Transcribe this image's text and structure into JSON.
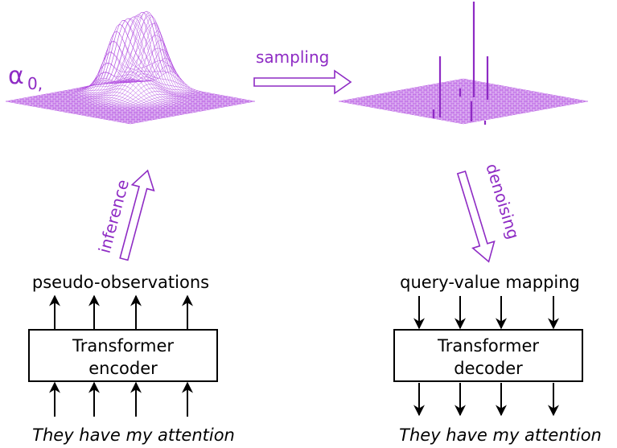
{
  "diagram": {
    "alpha_label": "α",
    "alpha_subscript": "0,",
    "sampling_label": "sampling",
    "inference_label": "inference",
    "denoising_label": "denoising",
    "left": {
      "output_label": "pseudo-observations",
      "block_line1": "Transformer",
      "block_line2": "encoder",
      "caption": "They have my attention"
    },
    "right": {
      "input_label": "query-value mapping",
      "block_line1": "Transformer",
      "block_line2": "decoder",
      "caption": "They have my attention"
    },
    "colors": {
      "accent": "#8e2bc4",
      "mesh": "#b04ae0",
      "text": "#000000"
    }
  }
}
